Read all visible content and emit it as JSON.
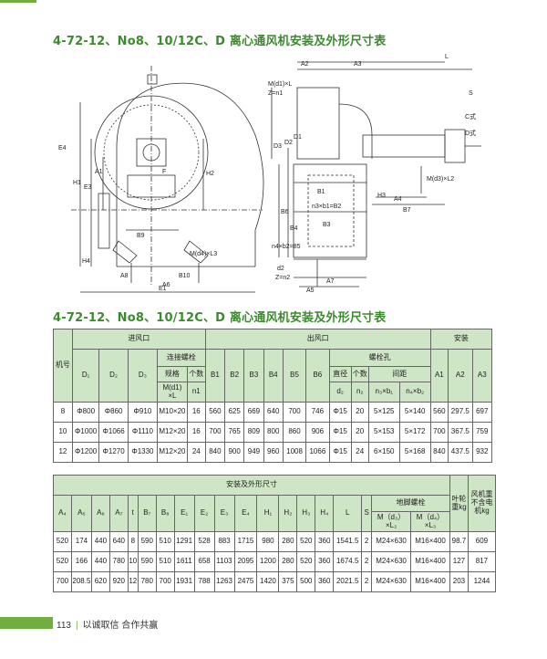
{
  "page": {
    "title_top": "4-72-12、No8、10/12C、D 离心通风机安装及外形尺寸表",
    "title_mid": "4-72-12、No8、10/12C、D 离心通风机安装及外形尺寸表"
  },
  "drawing": {
    "left_labels": [
      "E4",
      "H1",
      "E3",
      "A1",
      "H2",
      "F",
      "E2",
      "B9",
      "H4",
      "A8",
      "B10",
      "M(d4)×L3",
      "A6",
      "E1"
    ],
    "right_labels": [
      "A2",
      "A3",
      "L",
      "M(d1)×L",
      "Z=n1",
      "S",
      "C式",
      "D式",
      "D3",
      "D2",
      "D1",
      "M(d3)×L2",
      "H3",
      "B1",
      "B6",
      "n4×b2=85",
      "B4",
      "n3×b1=B2",
      "A4",
      "B7",
      "B3",
      "d2",
      "Z=n2",
      "A7",
      "A5"
    ]
  },
  "table1": {
    "row1": [
      "机号",
      "进风口",
      "出风口",
      "安装"
    ],
    "row2": [
      "D₁",
      "D₂",
      "D₃",
      "连接螺栓",
      "B1",
      "B2",
      "B3",
      "B4",
      "B5",
      "B6",
      "螺栓孔",
      "A1",
      "A2",
      "A3"
    ],
    "row3": [
      "规格",
      "个数",
      "直径",
      "个数",
      "间距"
    ],
    "row4": [
      "M(d1)\n×L",
      "n1",
      "d₂",
      "n₂",
      "n₃×b₁",
      "n₄×b₂"
    ],
    "rows": [
      [
        "8",
        "Φ800",
        "Φ860",
        "Φ910",
        "M10×20",
        "16",
        "560",
        "625",
        "669",
        "640",
        "700",
        "746",
        "Φ15",
        "20",
        "5×125",
        "5×140",
        "560",
        "297.5",
        "697"
      ],
      [
        "10",
        "Φ1000",
        "Φ1066",
        "Φ1110",
        "M12×20",
        "16",
        "700",
        "765",
        "809",
        "800",
        "860",
        "906",
        "Φ15",
        "20",
        "5×153",
        "5×172",
        "700",
        "367.5",
        "759"
      ],
      [
        "12",
        "Φ1200",
        "Φ1270",
        "Φ1330",
        "M12×20",
        "24",
        "840",
        "900",
        "949",
        "960",
        "1008",
        "1066",
        "Φ15",
        "24",
        "6×150",
        "5×168",
        "840",
        "437.5",
        "932"
      ]
    ]
  },
  "table2": {
    "row1": [
      "安装及外形尺寸",
      "叶轮重kg",
      "风机重不含电机kg"
    ],
    "row2a": [
      "A₄",
      "A₅",
      "A₆",
      "A₇",
      "t",
      "B₇",
      "B₈",
      "E₁",
      "E₂",
      "E₃",
      "E₄",
      "H₁",
      "H₂",
      "H₃",
      "H₄",
      "L",
      "S",
      "地脚螺栓"
    ],
    "row3": [
      "M（d₃）×L₂",
      "M（d₄）×L₃"
    ],
    "rows": [
      [
        "520",
        "174",
        "440",
        "640",
        "8",
        "590",
        "510",
        "1291",
        "528",
        "883",
        "1715",
        "980",
        "280",
        "520",
        "360",
        "1541.5",
        "2",
        "M24×630",
        "M16×400",
        "98.7",
        "609"
      ],
      [
        "520",
        "166",
        "440",
        "780",
        "10",
        "590",
        "510",
        "1611",
        "658",
        "1103",
        "2095",
        "1200",
        "280",
        "520",
        "360",
        "1674.5",
        "2",
        "M24×630",
        "M16×400",
        "127",
        "817"
      ],
      [
        "700",
        "208.5",
        "620",
        "920",
        "12",
        "780",
        "700",
        "1931",
        "788",
        "1263",
        "2475",
        "1420",
        "375",
        "500",
        "360",
        "2021.5",
        "2",
        "M24×630",
        "M16×400",
        "203",
        "1244"
      ]
    ]
  },
  "footer": {
    "page_number": "113",
    "slogan": "以诚取信  合作共赢"
  }
}
